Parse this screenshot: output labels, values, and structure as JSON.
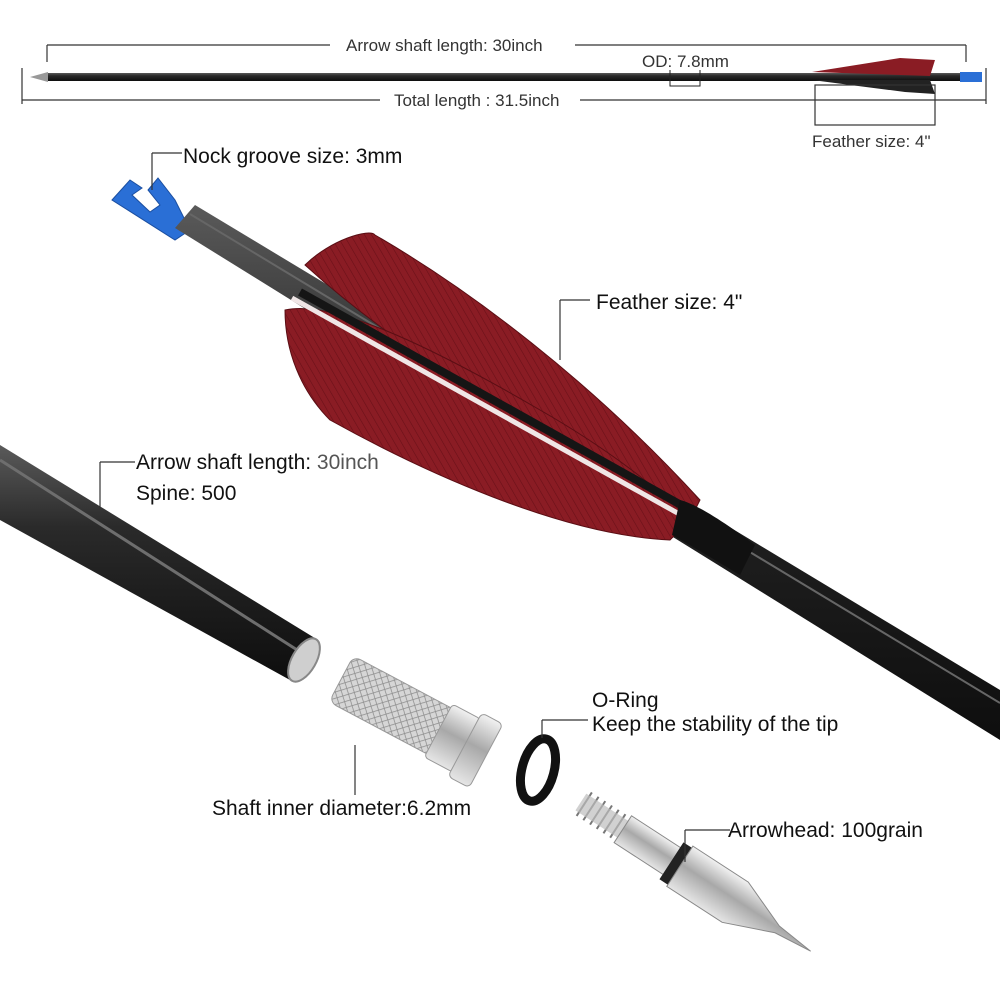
{
  "labels": {
    "arrow_shaft_length_top": "Arrow shaft length: 30inch",
    "od": "OD: 7.8mm",
    "total_length": "Total length : 31.5inch",
    "feather_size_top": "Feather size: 4\"",
    "nock_groove": "Nock groove size: 3mm",
    "feather_size": "Feather size: 4\"",
    "arrow_shaft_length_prefix": "Arrow shaft length: ",
    "arrow_shaft_length_value": "30inch",
    "spine": "Spine: 500",
    "o_ring": "O-Ring",
    "o_ring_desc": "Keep the stability of the tip",
    "shaft_inner_diameter": "Shaft inner diameter:6.2mm",
    "arrowhead": "Arrowhead: 100grain"
  },
  "colors": {
    "shaft": "#1c1c1c",
    "feather": "#8a1c24",
    "nock": "#2a6fd6",
    "metal": "#c9c9c9"
  }
}
